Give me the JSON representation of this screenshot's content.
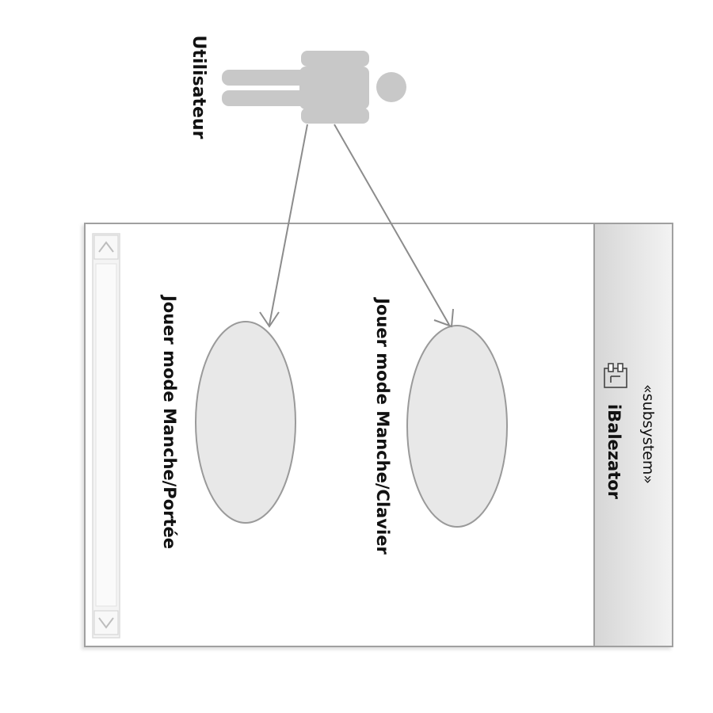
{
  "actor": {
    "label": "Utilisateur",
    "icon": "stick-figure-icon",
    "color": "#c8c8c8"
  },
  "subsystem": {
    "stereotype": "«subsystem»",
    "name": "iBalezator",
    "icon": "component-icon",
    "header_gradient": [
      "#e3e3e3",
      "#f2f2f2"
    ],
    "border_color": "#a0a0a0"
  },
  "use_cases": [
    {
      "label": "Jouer mode Manche/Portée"
    },
    {
      "label": "Jouer mode Manche/Clavier"
    }
  ],
  "colors": {
    "use_case_fill": "#e8e8e8",
    "use_case_stroke": "#9a9a9a",
    "association": "#8c8c8c"
  }
}
